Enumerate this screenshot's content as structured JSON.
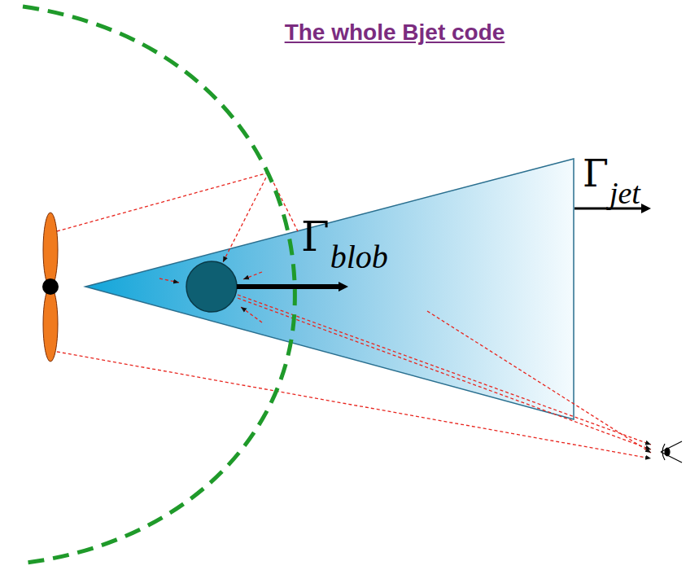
{
  "diagram": {
    "title": "The whole Bjet code",
    "labels": [
      "Γ",
      "jet",
      "Γ",
      "blob"
    ]
  }
}
